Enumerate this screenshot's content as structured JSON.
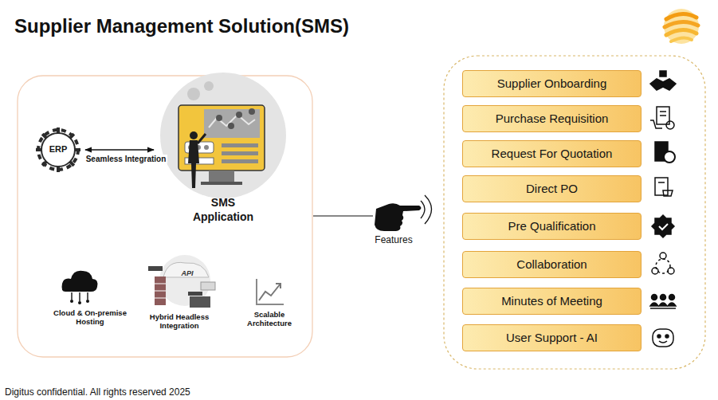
{
  "diagram": {
    "title": "Supplier Management Solution(SMS)",
    "nodes": [
      {
        "text": [
          "ERP"
        ]
      },
      {
        "text": [
          "SMS Application"
        ]
      },
      {
        "text": [
          "Supplier Onboarding"
        ]
      },
      {
        "text": [
          "Purchase Requisition"
        ]
      },
      {
        "text": [
          "Request For Quotation"
        ]
      },
      {
        "text": [
          "Direct PO"
        ]
      },
      {
        "text": [
          "Pre Qualification"
        ]
      },
      {
        "text": [
          "Collaboration"
        ]
      },
      {
        "text": [
          "Minutes of Meeting"
        ]
      },
      {
        "text": [
          "User Support - AI"
        ]
      }
    ],
    "edges": [
      {
        "from": 0,
        "to": 1,
        "arrow": "both",
        "label": "Seamless Integration"
      }
    ],
    "labels": [
      "API",
      "Cloud & On-premise Hosting",
      "Hybrid Headless Integration",
      "Scalable Architecture",
      "Features",
      "Digitus confidential. All rights reserved 2025"
    ]
  }
}
